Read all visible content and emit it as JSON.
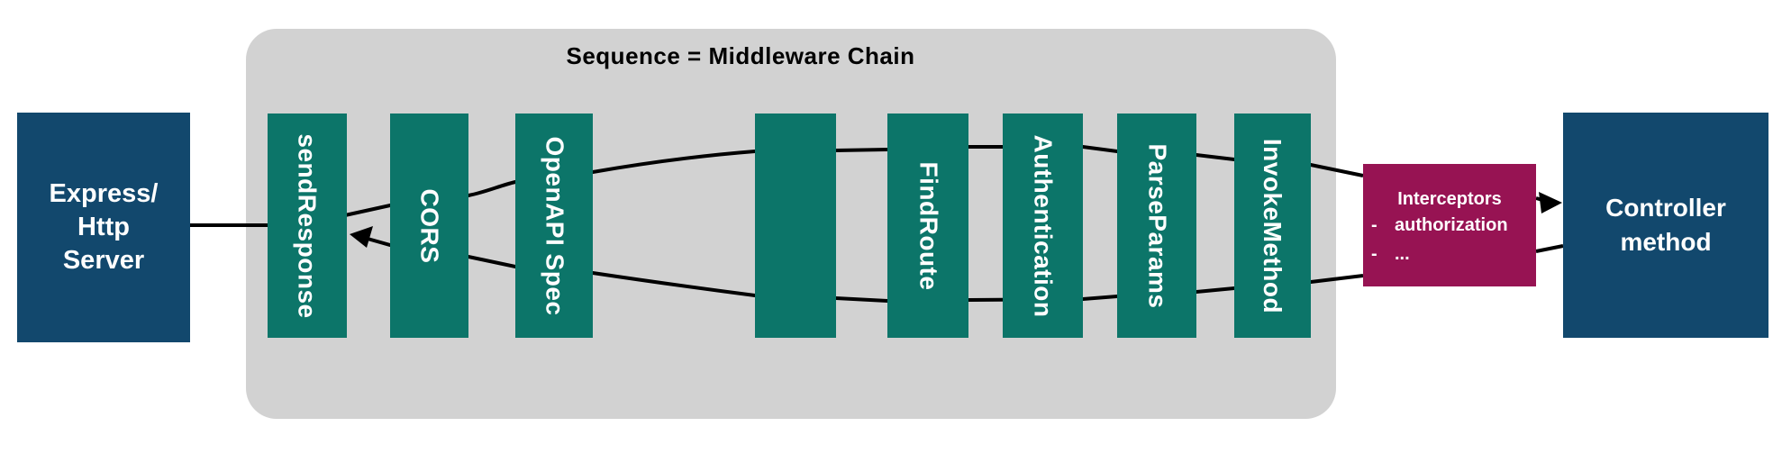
{
  "title": "Sequence = Middleware Chain",
  "colors": {
    "navy": "#12486d",
    "teal": "#0c7569",
    "magenta": "#971353",
    "gray": "#d2d2d2",
    "line": "#000000",
    "text_light": "#ffffff",
    "text_dark": "#000000"
  },
  "nodes": {
    "express": {
      "lines": [
        "Express/",
        "Http",
        "Server"
      ]
    },
    "controller": {
      "lines": [
        "Controller",
        "method"
      ]
    }
  },
  "middleware": {
    "items": [
      {
        "label": "sendResponse"
      },
      {
        "label": "CORS"
      },
      {
        "label": "OpenAPI Spec"
      },
      {
        "label": ""
      },
      {
        "label": "FindRoute"
      },
      {
        "label": "Authentication"
      },
      {
        "label": "ParseParams"
      },
      {
        "label": "InvokeMethod"
      }
    ]
  },
  "interceptors": {
    "title": "Interceptors",
    "bullet_marker": "-",
    "bullets": [
      "authorization",
      "..."
    ]
  }
}
